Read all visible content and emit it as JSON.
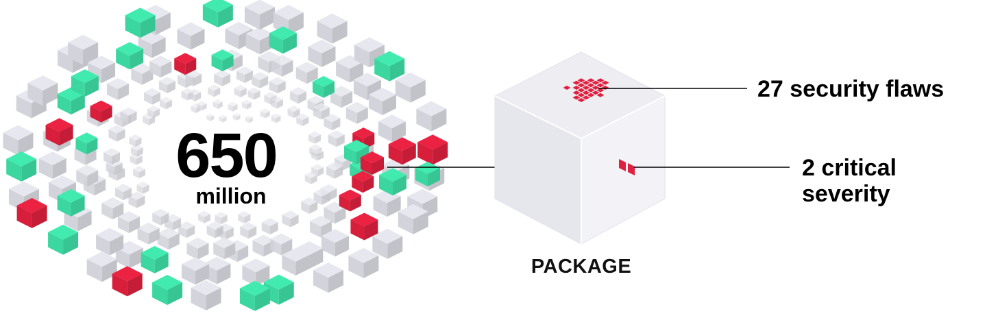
{
  "cluster": {
    "number": "650",
    "unit": "million"
  },
  "package": {
    "label": "PACKAGE"
  },
  "callouts": {
    "flaws": "27 security flaws",
    "critical_line1": "2 critical",
    "critical_line2": "severity"
  },
  "colors": {
    "neutral_cube": "#dcdce4",
    "safe_cube": "#3ee0a8",
    "vulnerable_cube": "#e0203e",
    "ink": "#000000"
  },
  "icons": {
    "cube_cluster": "cube-cluster-icon",
    "package_cube": "package-cube-icon",
    "flaw_marks": "flaw-marks-icon"
  }
}
